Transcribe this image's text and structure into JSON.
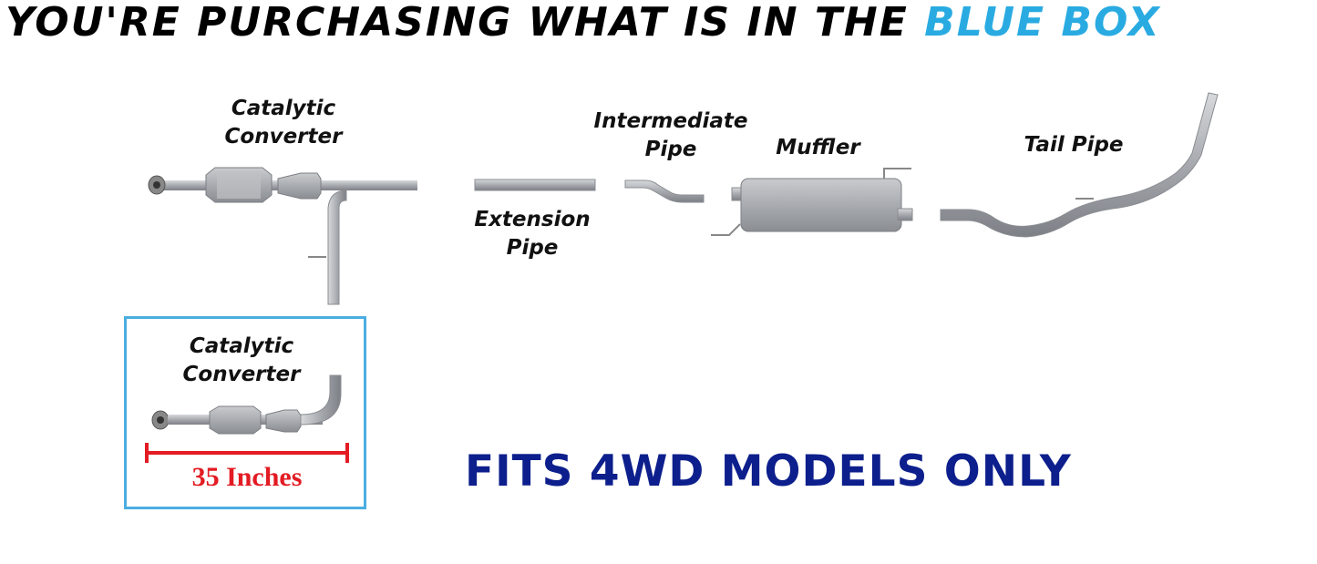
{
  "headline": {
    "prefix": "YOU'RE PURCHASING WHAT IS IN THE",
    "highlight": "BLUE BOX"
  },
  "labels": {
    "catalytic_line1": "Catalytic",
    "catalytic_line2": "Converter",
    "intermediate_line1": "Intermediate",
    "intermediate_line2": "Pipe",
    "muffler": "Muffler",
    "tail_pipe": "Tail Pipe",
    "extension_line1": "Extension",
    "extension_line2": "Pipe"
  },
  "blue_box": {
    "label_line1": "Catalytic",
    "label_line2": "Converter",
    "measurement": "35 Inches"
  },
  "fitment": "FITS 4WD MODELS ONLY",
  "colors": {
    "highlight": "#29abe2",
    "box_border": "#4aaee0",
    "measure": "#e31b23",
    "fitment": "#0d1f8c",
    "pipe": "#a9acb1"
  }
}
